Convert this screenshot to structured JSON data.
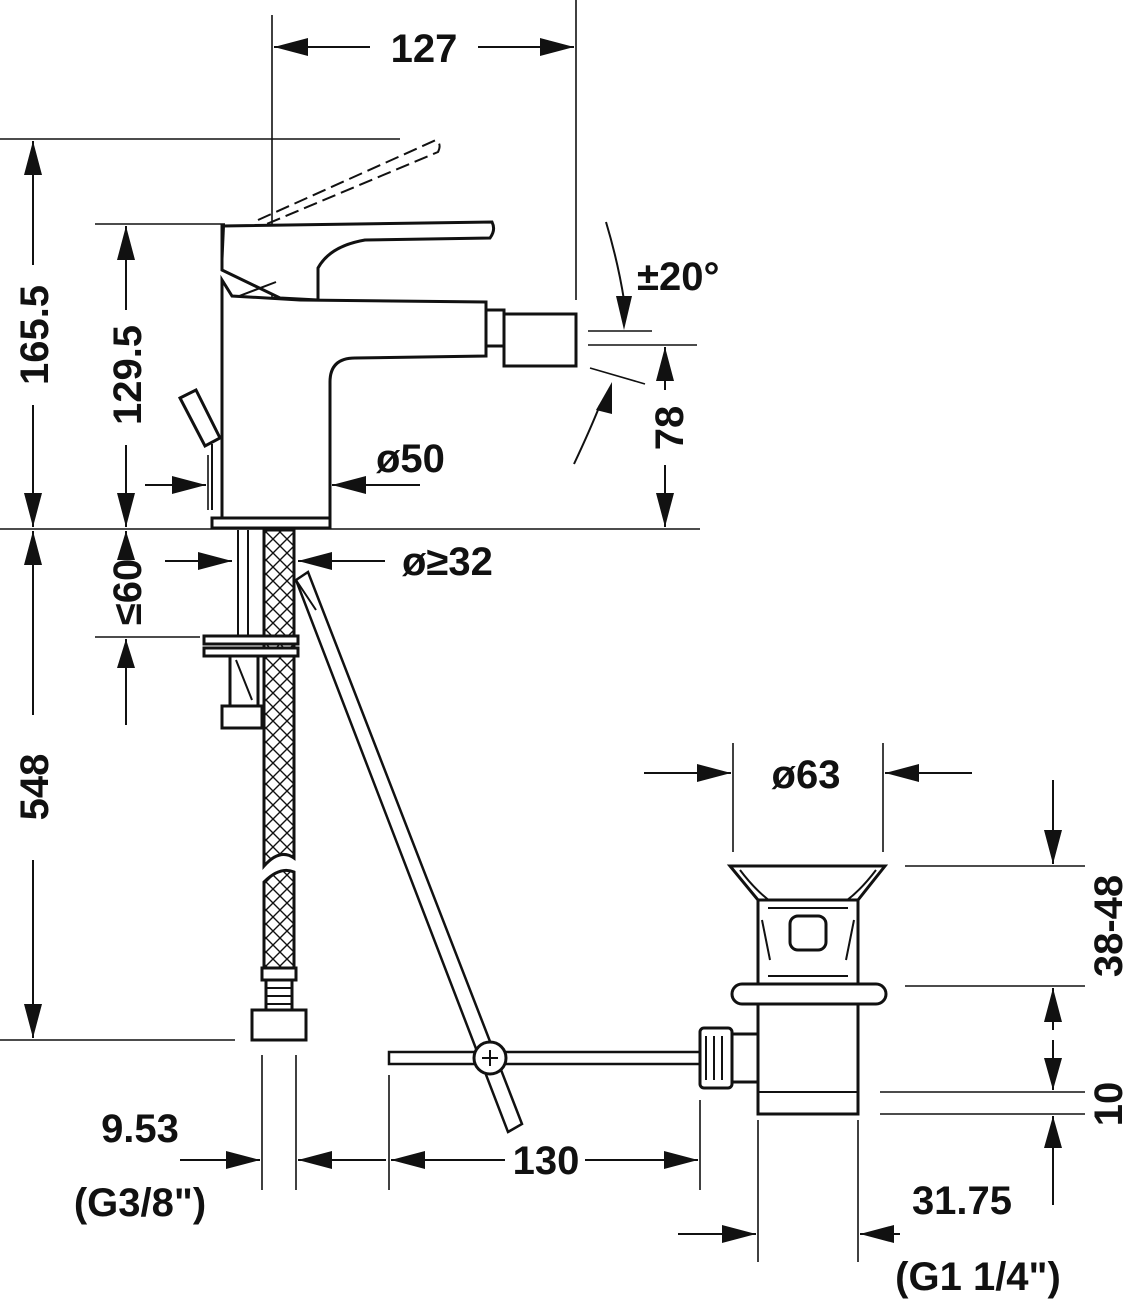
{
  "dimensions": {
    "height_total": "165.5",
    "height_spout": "129.5",
    "width_reach": "127",
    "tilt_angle": "±20°",
    "spout_height": "78",
    "base_diameter": "ø50",
    "hole_diameter": "ø≥32",
    "deck_thickness": "≤60",
    "hose_length": "548",
    "hose_size": "9.53",
    "hose_thread": "(G3/8\")",
    "rod_length": "130",
    "waste_diameter": "ø63",
    "waste_clamp": "38-48",
    "waste_offset": "10",
    "waste_size": "31.75",
    "waste_thread": "(G1 1/4\")"
  },
  "colors": {
    "line": "#111111",
    "background": "#ffffff"
  }
}
